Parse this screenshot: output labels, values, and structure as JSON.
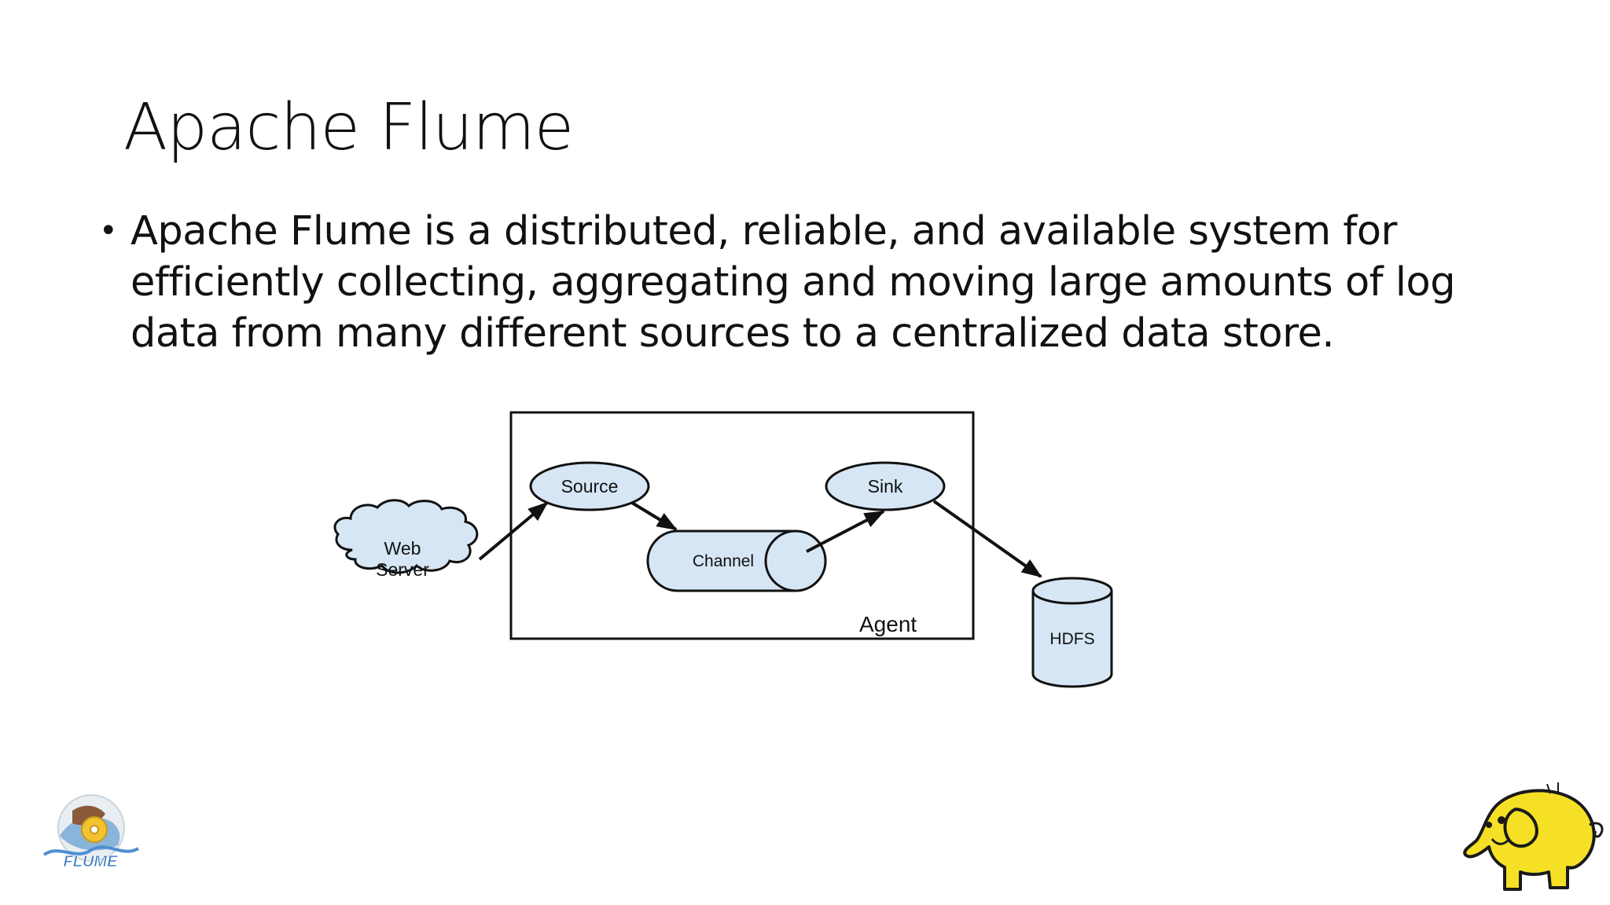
{
  "slide": {
    "title": "Apache Flume",
    "bullets": [
      "Apache Flume is a distributed, reliable, and available system for efficiently collecting, aggregating and moving large amounts of log data from many different sources to a centralized data store."
    ]
  },
  "diagram": {
    "web_server_line1": "Web",
    "web_server_line2": "Server",
    "source": "Source",
    "channel": "Channel",
    "sink": "Sink",
    "agent": "Agent",
    "hdfs": "HDFS",
    "node_fill": "#d6e6f5",
    "stroke": "#111111"
  },
  "logos": {
    "left_logo_text": "FLUME",
    "right_logo": "hadoop-elephant"
  }
}
